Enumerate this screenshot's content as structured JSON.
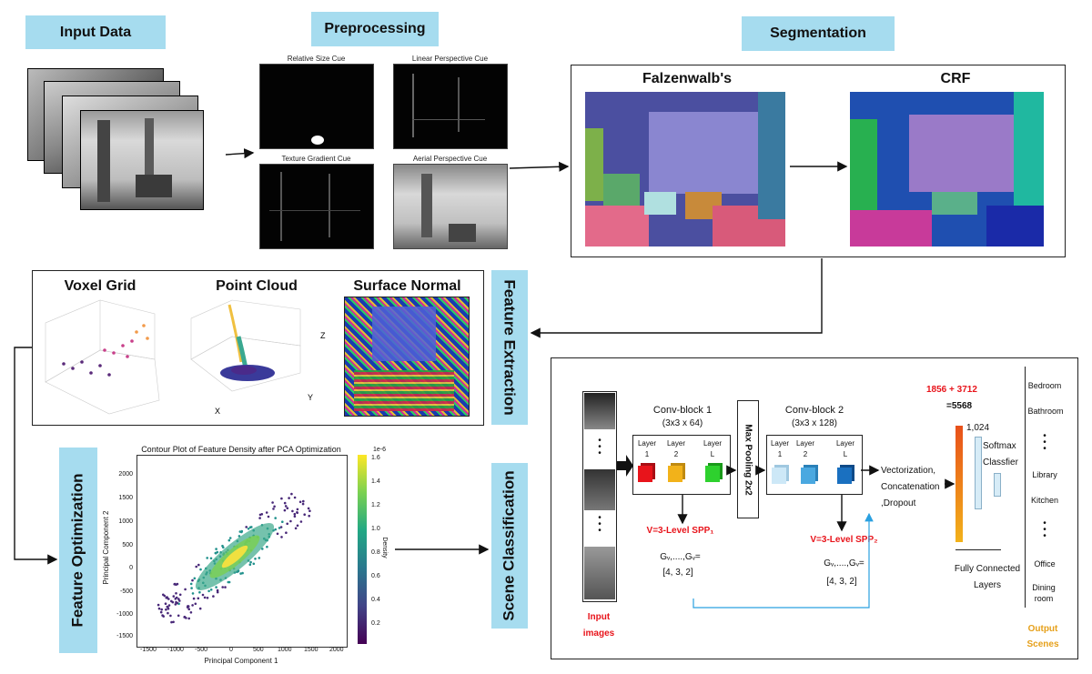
{
  "stages": {
    "input": "Input Data",
    "preprocessing": "Preprocessing",
    "segmentation": "Segmentation",
    "feature_extraction": "Feature Extraction",
    "feature_optimization": "Feature Optimization",
    "scene_classification": "Scene Classification"
  },
  "cues": {
    "relative_size": "Relative Size Cue",
    "linear_perspective": "Linear Perspective Cue",
    "texture_gradient": "Texture Gradient Cue",
    "aerial_perspective": "Aerial Perspective Cue"
  },
  "segmentation": {
    "falzenwalb": "Falzenwalb's",
    "crf": "CRF"
  },
  "features": {
    "voxel": "Voxel Grid",
    "point_cloud": "Point Cloud",
    "surface_normal": "Surface Normal",
    "pc_axis": {
      "z": "Z",
      "x": "X",
      "y": "Y"
    }
  },
  "contour_plot": {
    "title": "Contour Plot of Feature Density after PCA Optimization",
    "xlabel": "Principal Component 1",
    "ylabel": "Principal Component 2",
    "xticks": [
      "-1500",
      "-1000",
      "-500",
      "0",
      "500",
      "1000",
      "1500",
      "2000"
    ],
    "yticks": [
      "2000",
      "1500",
      "1000",
      "500",
      "0",
      "-500",
      "-1000",
      "-1500"
    ],
    "colorbar_label": "Density",
    "colorbar_exponent": "1e-6",
    "colorbar_ticks": [
      "1.6",
      "1.4",
      "1.2",
      "1.0",
      "0.8",
      "0.6",
      "0.4",
      "0.2"
    ]
  },
  "classification": {
    "conv1_title": "Conv-block 1",
    "conv1_dims": "(3x3 x 64)",
    "conv2_title": "Conv-block 2",
    "conv2_dims": "(3x3 x 128)",
    "maxpool": "Max Pooling 2x2",
    "layer_labels": [
      "Layer 1",
      "Layer 2",
      "Layer L"
    ],
    "spp1": "V=3-Level SPP₁",
    "spp2": "V=3-Level SPP₂",
    "gv": "Gᵥ,....,Gᵥ=",
    "gv_values": "[4, 3, 2]",
    "vectorization": [
      "Vectorization,",
      "Concatenation",
      ",Dropout"
    ],
    "sum_expr": "1856 + 3712",
    "sum_result": "=5568",
    "fc_dim": "1,024",
    "softmax": [
      "Softmax",
      "Classfier"
    ],
    "fc_label": [
      "Fully Connected",
      "Layers"
    ],
    "input_images": [
      "Input",
      "images"
    ],
    "output_scenes": [
      "Output",
      "Scenes"
    ],
    "dots": "•\n•\n•",
    "scenes": [
      "Bedroom",
      "Bathroom",
      "Library",
      "Kitchen",
      "Office",
      "Dining room"
    ]
  },
  "colors": {
    "stage_box": "#a6dcef",
    "red": "#e8141b",
    "orange": "#e6a01a"
  }
}
